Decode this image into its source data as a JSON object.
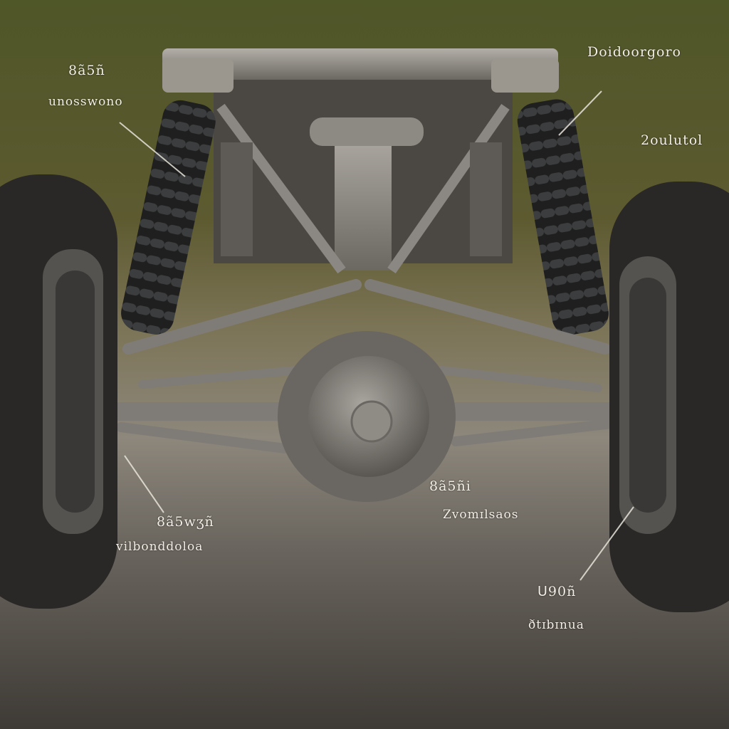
{
  "labels": {
    "top_left_title": "8ã5ñ",
    "top_left_sub": "unosswono",
    "top_right_title": "Doidoorgoro",
    "right_sub": "2oulutol",
    "center_title": "8ã5ñi",
    "center_sub": "Zvomɪlsaos",
    "bottom_left_title": "8ã5wʒñ",
    "bottom_left_sub": "vilbonddoloa",
    "bottom_right_title": "ᑌ90ñ",
    "bottom_right_sub": "ðtɪbɪnua"
  },
  "colors": {
    "foliage": "#5a5a2e",
    "road": "#4a4640",
    "metal": "#8a8784",
    "tire": "#2a2826",
    "label": "#f3efe6"
  }
}
